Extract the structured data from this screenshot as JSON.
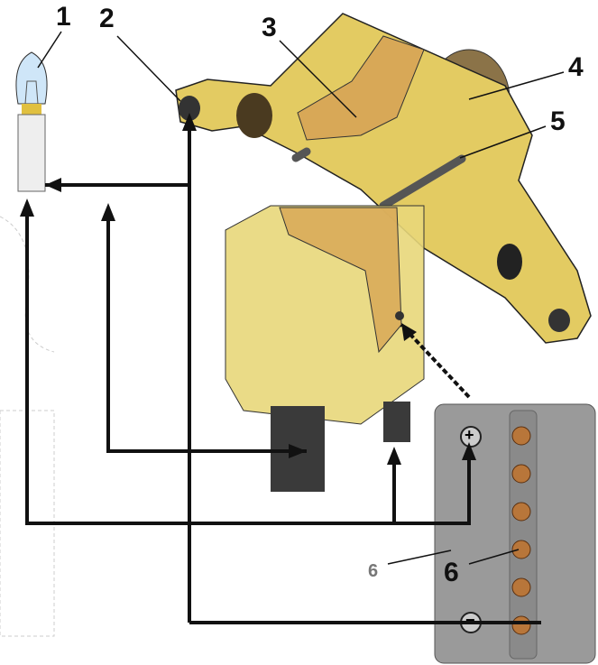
{
  "labels": {
    "l1": "1",
    "l2": "2",
    "l3": "3",
    "l4": "4",
    "l5": "5",
    "l6": "6"
  },
  "battery": {
    "plus": "+",
    "minus": "−"
  },
  "colors": {
    "housing": "#e8d77a",
    "bracket": "#e3cb62",
    "plate": "#d8a857",
    "battery": "#9a9a9a",
    "wire": "#111111"
  }
}
